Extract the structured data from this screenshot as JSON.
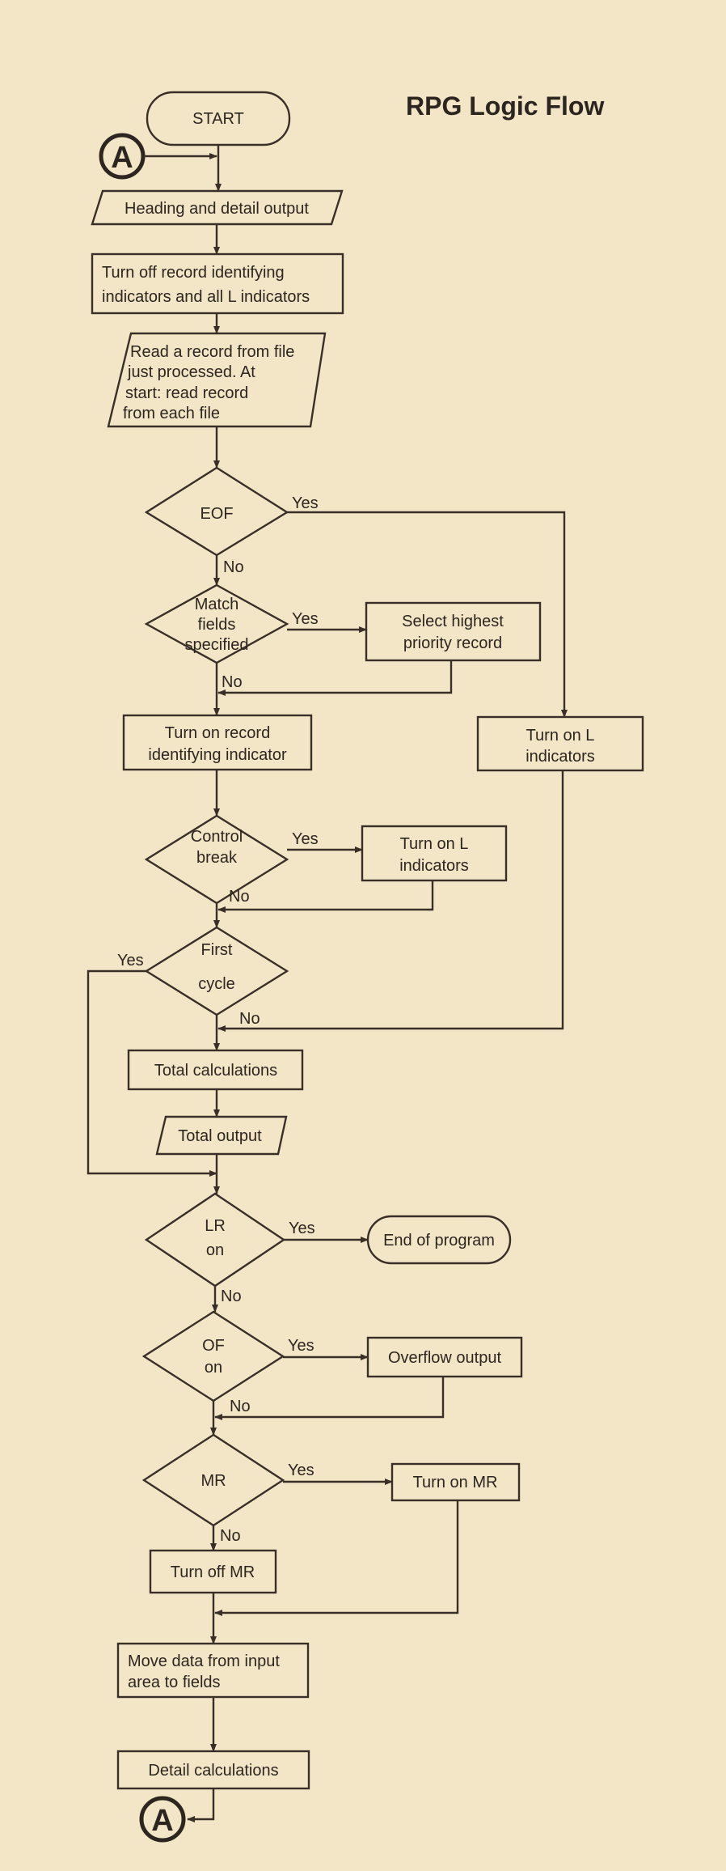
{
  "title": "RPG Logic Flow",
  "connector": "A",
  "nodes": {
    "start": "START",
    "heading_output": "Heading and detail output",
    "turn_off_rec_1": "Turn off record identifying",
    "turn_off_rec_2": "indicators and all L indicators",
    "read_1": "Read a record from file",
    "read_2": "just processed.  At",
    "read_3": "start:  read record",
    "read_4": "from each file",
    "eof": "EOF",
    "match_1": "Match",
    "match_2": "fields",
    "match_3": "specified",
    "select_1": "Select highest",
    "select_2": "priority record",
    "turn_on_rec_1": "Turn on record",
    "turn_on_rec_2": "identifying indicator",
    "eof_turn_on_l_1": "Turn on L",
    "eof_turn_on_l_2": "indicators",
    "control_1": "Control",
    "control_2": "break",
    "cb_turn_on_l_1": "Turn on L",
    "cb_turn_on_l_2": "indicators",
    "first_1": "First",
    "first_2": "cycle",
    "total_calc": "Total calculations",
    "total_output": "Total output",
    "lr_1": "LR",
    "lr_2": "on",
    "end": "End of program",
    "of_1": "OF",
    "of_2": "on",
    "overflow": "Overflow output",
    "mr": "MR",
    "turn_on_mr": "Turn on MR",
    "turn_off_mr": "Turn off MR",
    "move_1": "Move data from input",
    "move_2": "area to fields",
    "detail_calc": "Detail calculations"
  },
  "labels": {
    "yes": "Yes",
    "no": "No"
  },
  "colors": {
    "paper": "#f3e6c7",
    "ink": "#3a2f28"
  }
}
